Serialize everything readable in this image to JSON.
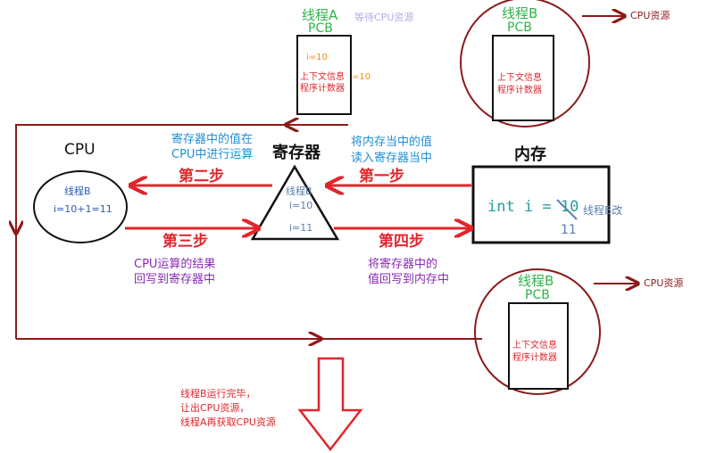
{
  "labels": {
    "threadA": "线程A",
    "pcbA": "PCB",
    "waitCpu": "等待CPU资源",
    "pcbA_i": "i=10",
    "pcbA_ctx": "上下文信息",
    "pcbA_pc": "程序计数器",
    "pcbA_eq": "=10",
    "threadB_top": "线程B",
    "pcbB_top": "PCB",
    "pcbB_top_ctx": "上下文信息",
    "pcbB_top_pc": "程序计数器",
    "cpuRes_top": "CPU资源",
    "cpu_title": "CPU",
    "cpu_thread": "线程B",
    "cpu_expr": "i=10+1=11",
    "reg_title": "寄存器",
    "reg_thread": "线程B",
    "reg_i10": "i=10",
    "reg_i11": "i=11",
    "mem_title": "内存",
    "mem_code": "int i = 10",
    "mem_note": "线程B改",
    "mem_new": "11",
    "note_regcpu_1": "寄存器中的值在",
    "note_regcpu_2": "CPU中进行运算",
    "note_memreg_1": "将内存当中的值",
    "note_memreg_2": "读入寄存器当中",
    "step2": "第二步",
    "step1": "第一步",
    "step3": "第三步",
    "step4": "第四步",
    "note_cpu_result_1": "CPU运算的结果",
    "note_cpu_result_2": "回写到寄存器中",
    "note_reg_mem_1": "将寄存器中的",
    "note_reg_mem_2": "值回写到内存中",
    "threadB_bottom": "线程B",
    "pcbB_bottom": "PCB",
    "pcbB_bottom_ctx": "上下文信息",
    "pcbB_bottom_pc": "程序计数器",
    "cpuRes_bottom": "CPU资源",
    "finish_1": "线程B运行完毕，",
    "finish_2": "让出CPU资源，",
    "finish_3": "线程A再获取CPU资源"
  },
  "colors": {
    "red": "#e0262c",
    "maroon": "#8b1a1a",
    "black": "#111111"
  }
}
